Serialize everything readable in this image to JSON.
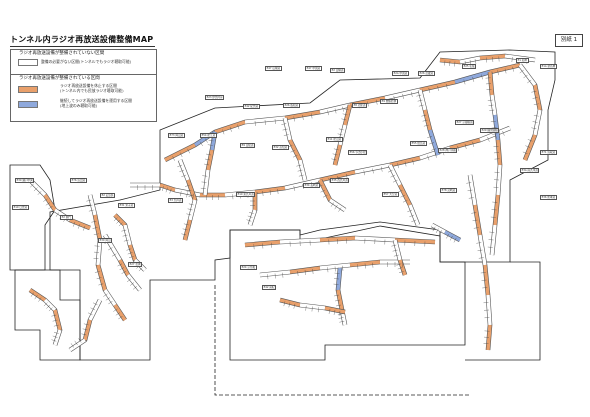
{
  "title": "トンネル内ラジオ再放送設備整備MAP",
  "page_number": "別紙 1",
  "legend": {
    "not_installed_heading": "ラジオ再放送設備が整備されていない区間",
    "not_installed_item": "整備の必要がない区間(トンネルでもラジオ聴取可能)",
    "installed_heading": "ラジオ再放送設備が整備されている区間",
    "installed_items": [
      {
        "text": "ラジオ再放送設備を休止する区間",
        "note": "(トンネル内でも民放ラジオ聴取可能)",
        "color": "#e9a06b"
      },
      {
        "text": "継続してラジオ再放送設備を運用する区間",
        "note": "(地上波のみ聴取可能)",
        "color": "#8fa9dc"
      }
    ]
  },
  "colors": {
    "paused_sections": "#e9a06b",
    "continued_sections": "#8fa9dc",
    "not_required_sections": "#ffffff",
    "road_outline": "#555555",
    "boundary": "#222222"
  },
  "route_labels": [
    "E47 山陽道",
    "E47 中国道",
    "E2 山陽道",
    "E2A 中国道",
    "E26 近畿道",
    "E25 名阪",
    "E1A 新名神",
    "E1 名神",
    "E23 伊勢湾岸",
    "E42 紀勢道",
    "E26 阪和道",
    "E8 北陸道",
    "E9 舞鶴若狭",
    "E27 京都縦貫",
    "E29 播但連絡",
    "E71 鳥取道",
    "E73 岡山道",
    "E54 松江道",
    "E9 山陰道",
    "E32 高知道",
    "E11 松山道",
    "E56 今治小松",
    "E55 徳島道",
    "E28 神戸淡路",
    "E30 瀬戸中央",
    "E76 浜田道",
    "E2 広島呉",
    "E31 米子道",
    "E3 九州道",
    "E10 東九州道",
    "E34 長崎道",
    "E35 西九州道",
    "E57 大分道",
    "E78 宮崎道",
    "E3A 南九州道",
    "E36 熊本道",
    "E10 日豊道",
    "E2 関門",
    "E30 岡山",
    "E27 若狭",
    "E24 京奈和",
    "E42 南紀"
  ]
}
